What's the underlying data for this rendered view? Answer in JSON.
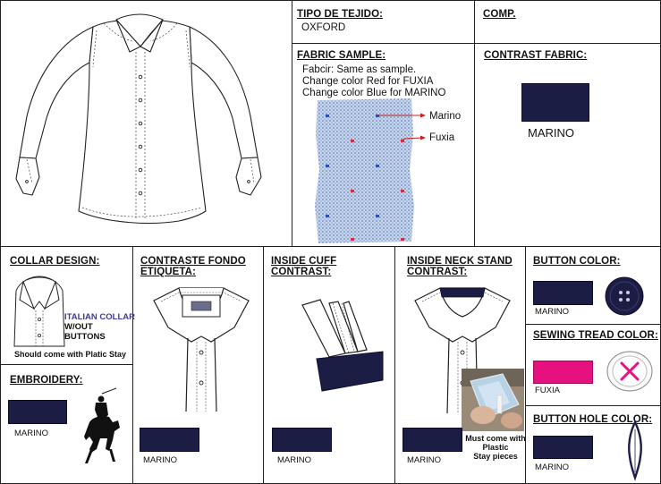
{
  "fabric_type": {
    "header": "TIPO DE TEJIDO:",
    "value": "OXFORD"
  },
  "composition": {
    "header": "COMP."
  },
  "fabric_sample": {
    "header": "FABRIC SAMPLE:",
    "note_1": "Fabcir:  Same as sample.",
    "note_2": "Change color Red for FUXIA",
    "note_3": "Change color Blue for MARINO",
    "callout_marino": "Marino",
    "callout_fuxia": "Fuxia"
  },
  "contrast_fabric": {
    "header": "CONTRAST FABRIC:",
    "label": "MARINO"
  },
  "collar_design": {
    "header": "COLLAR DESIGN:",
    "label_1": "ITALIAN COLLAR",
    "label_2": "W/OUT",
    "label_3": "BUTTONS",
    "note": "Should come with Platic Stay"
  },
  "embroidery": {
    "header": "EMBROIDERY:",
    "label": "MARINO"
  },
  "contrast_label": {
    "header_1": "CONTRASTE FONDO",
    "header_2": "ETIQUETA:",
    "label": "MARINO"
  },
  "inside_cuff": {
    "header_1": "INSIDE CUFF",
    "header_2": "CONTRAST:",
    "label": "MARINO"
  },
  "neck_stand": {
    "header_1": "INSIDE NECK STAND",
    "header_2": "CONTRAST:",
    "label": "MARINO",
    "note_1": "Must come with",
    "note_2": "Plastic",
    "note_3": "Stay pieces"
  },
  "button_color": {
    "header": "BUTTON COLOR:",
    "label": "MARINO"
  },
  "sewing_thread": {
    "header": "SEWING TREAD COLOR:",
    "label": "FUXIA"
  },
  "button_hole": {
    "header": "BUTTON HOLE COLOR:",
    "label": "MARINO"
  },
  "colors": {
    "marino": "#1c1d45",
    "fuxia": "#e4117f",
    "fabric_blue": "#9fb6d8"
  }
}
